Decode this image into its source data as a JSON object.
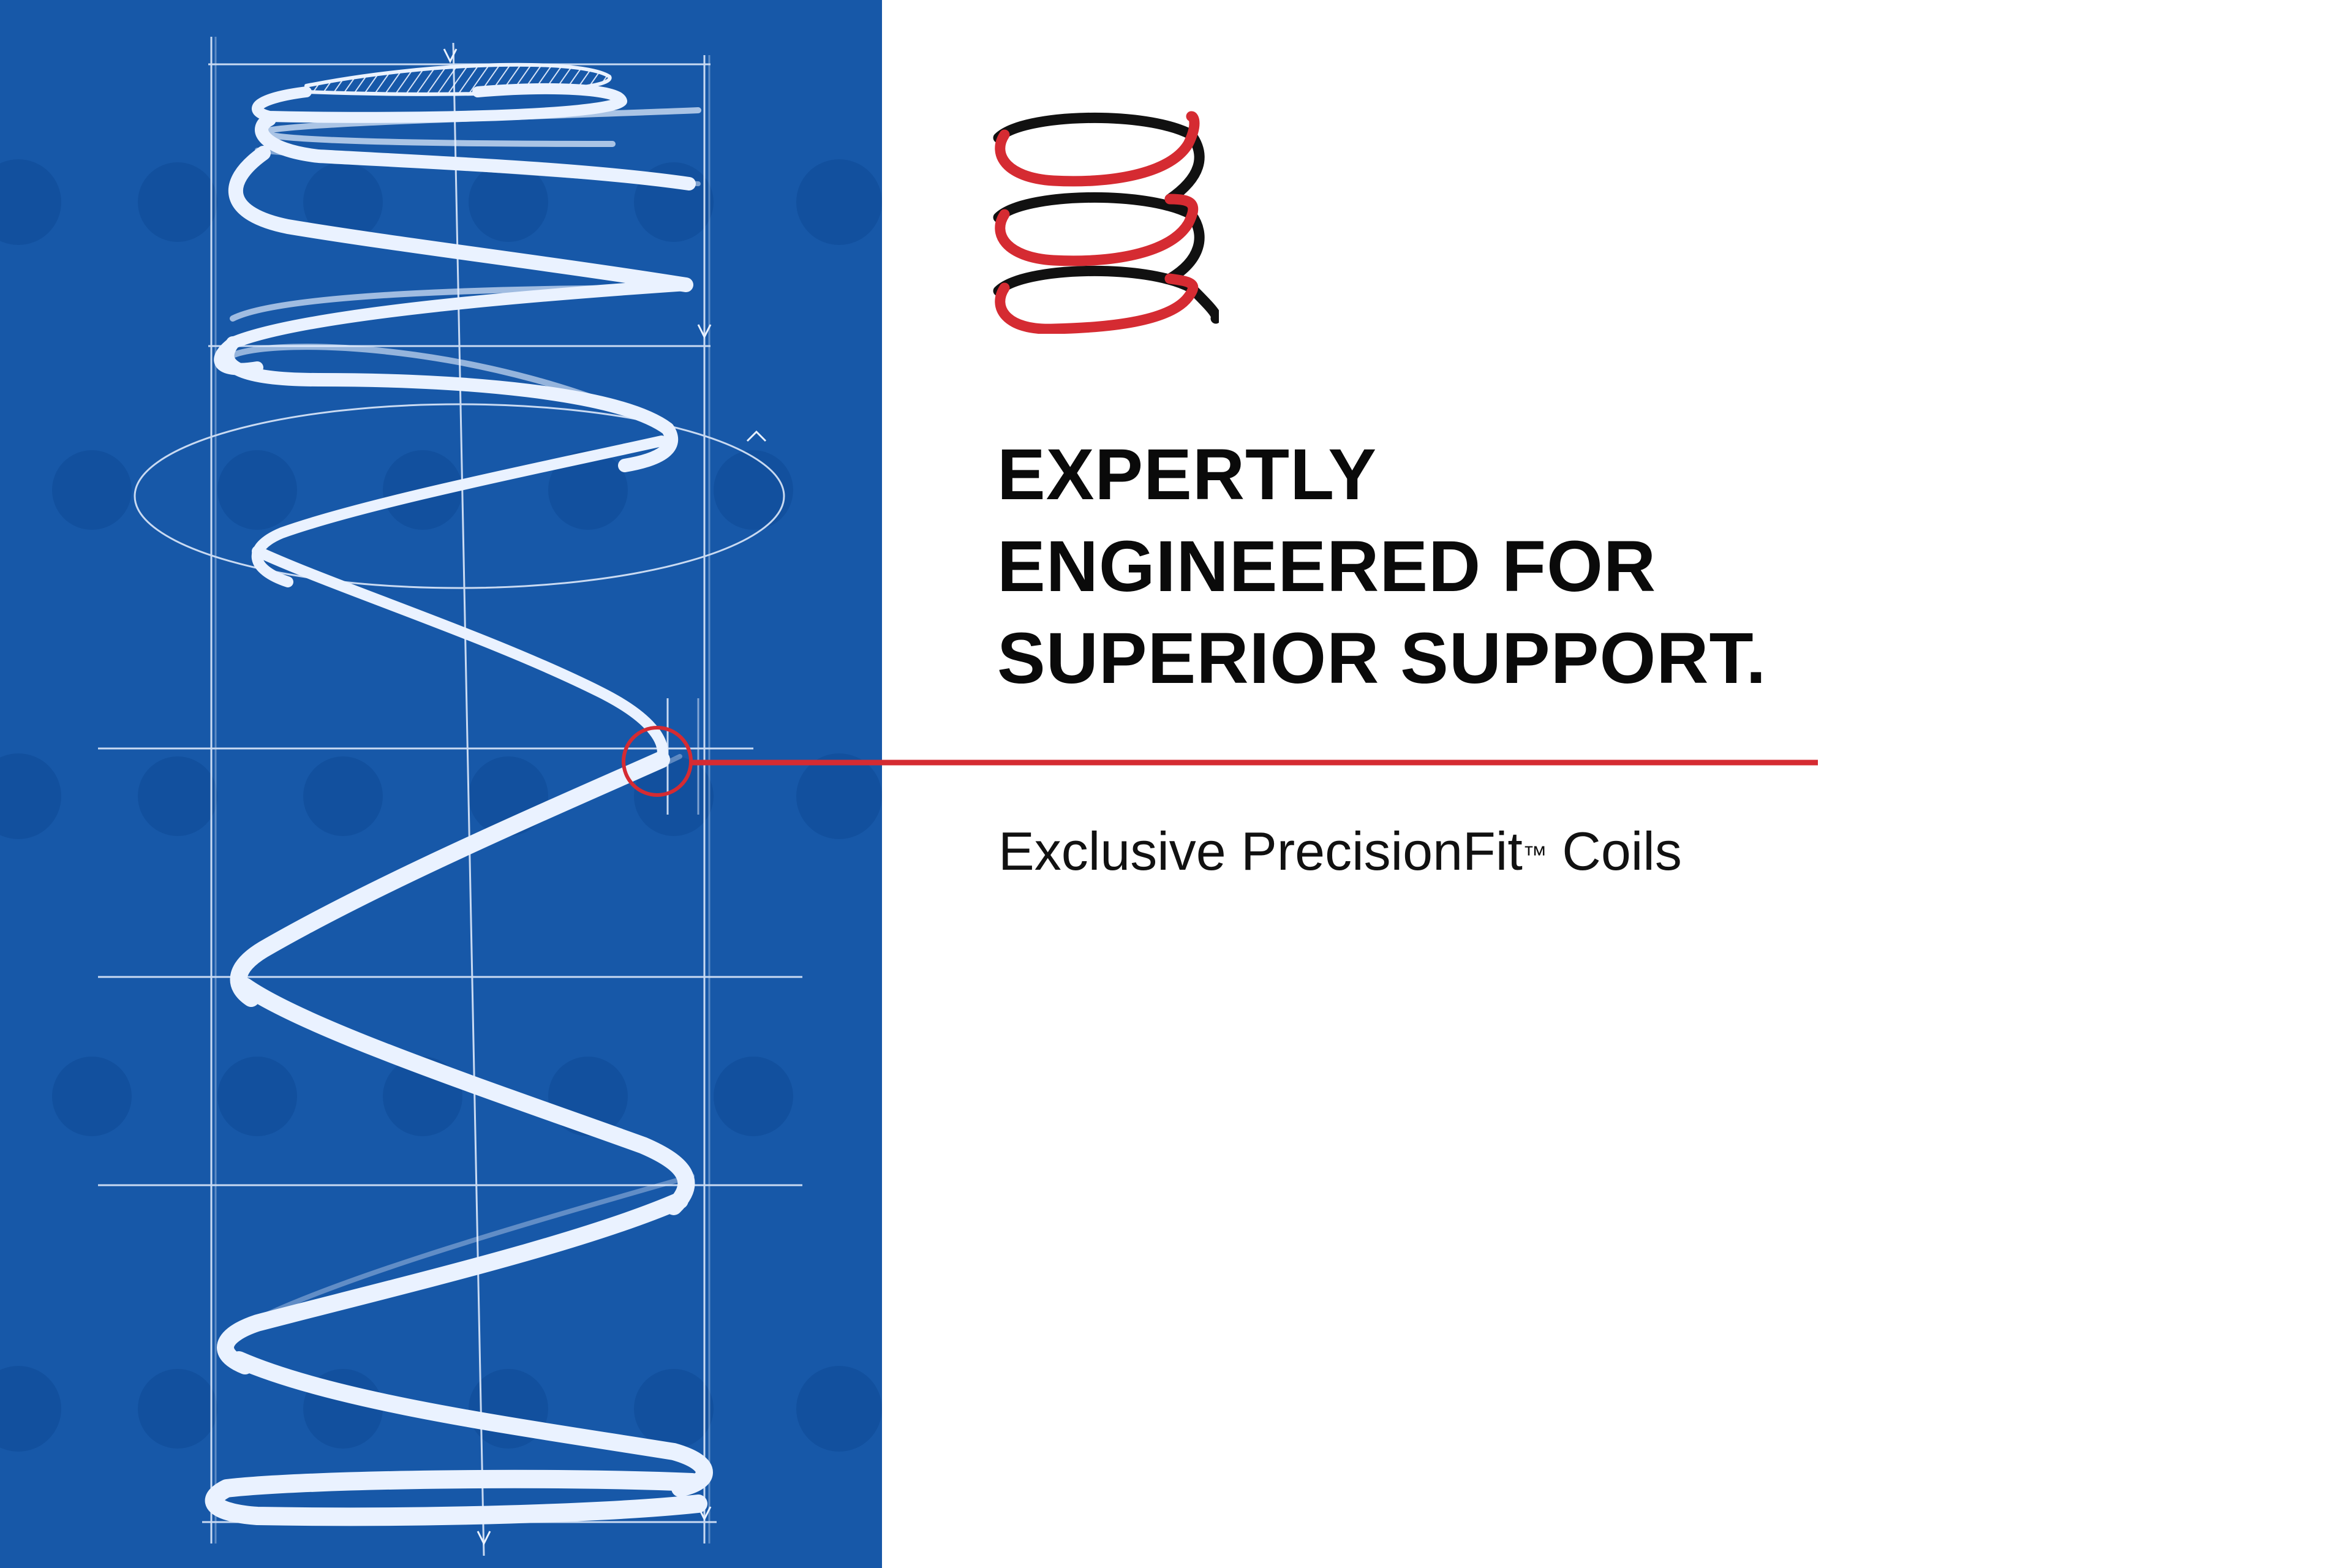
{
  "headline": {
    "line1": "EXPERTLY",
    "line2": "ENGINEERED FOR",
    "line3": "SUPERIOR SUPPORT."
  },
  "subhead": {
    "prefix": "Exclusive PrecisionFit",
    "trademark": "™",
    "suffix": " Coils"
  },
  "colors": {
    "blueprint_background": "#1758a8",
    "sketch_lines": "#eaf2ff",
    "accent_red": "#d52b32",
    "logo_black": "#111111",
    "headline_text": "#0a0a0a"
  },
  "icons": {
    "logo": "coil-spring-logo-icon",
    "sketch": "coil-spring-blueprint-sketch",
    "callout": "callout-circle-icon"
  }
}
